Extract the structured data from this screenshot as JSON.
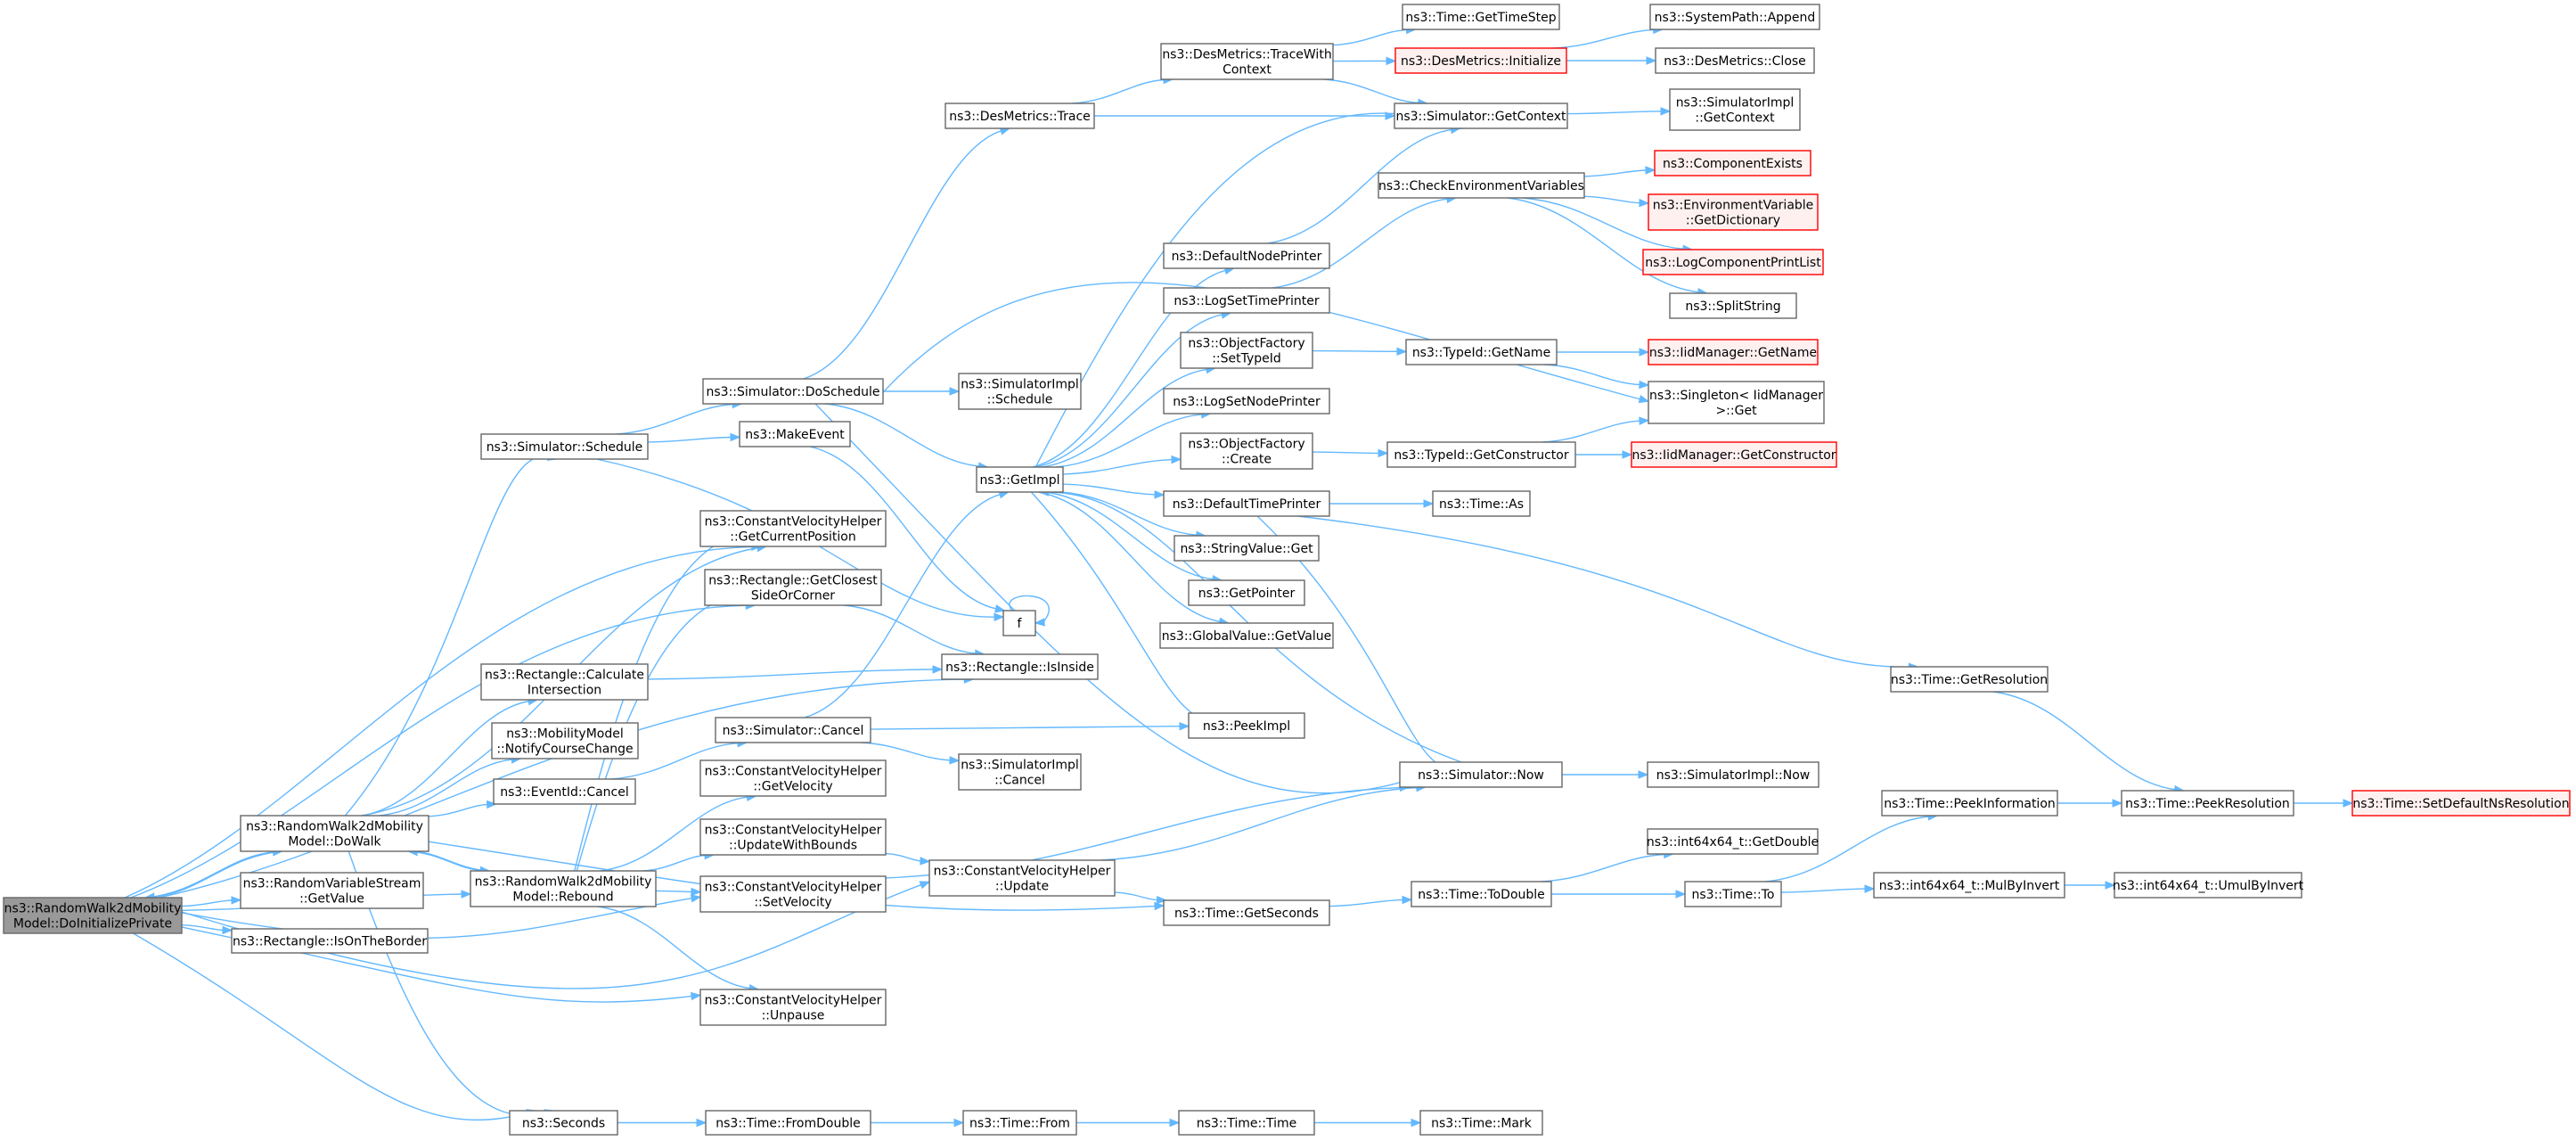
{
  "nodes": [
    {
      "id": "root",
      "lines": [
        "ns3::RandomWalk2dMobility",
        "Model::DoInitializePrivate"
      ],
      "style": "root"
    },
    {
      "id": "dowalk",
      "lines": [
        "ns3::RandomWalk2dMobility",
        "Model::DoWalk"
      ]
    },
    {
      "id": "rvs_getvalue",
      "lines": [
        "ns3::RandomVariableStream",
        "::GetValue"
      ]
    },
    {
      "id": "rect_isonborder",
      "lines": [
        "ns3::Rectangle::IsOnTheBorder"
      ]
    },
    {
      "id": "rebound",
      "lines": [
        "ns3::RandomWalk2dMobility",
        "Model::Rebound"
      ]
    },
    {
      "id": "sim_schedule",
      "lines": [
        "ns3::Simulator::Schedule"
      ]
    },
    {
      "id": "cvh_getcurpos",
      "lines": [
        "ns3::ConstantVelocityHelper",
        "::GetCurrentPosition"
      ]
    },
    {
      "id": "rect_getclosest",
      "lines": [
        "ns3::Rectangle::GetClosest",
        "SideOrCorner"
      ]
    },
    {
      "id": "rect_calcint",
      "lines": [
        "ns3::Rectangle::Calculate",
        "Intersection"
      ]
    },
    {
      "id": "mm_notify",
      "lines": [
        "ns3::MobilityModel",
        "::NotifyCourseChange"
      ]
    },
    {
      "id": "eventid_cancel",
      "lines": [
        "ns3::EventId::Cancel"
      ]
    },
    {
      "id": "cvh_getvel",
      "lines": [
        "ns3::ConstantVelocityHelper",
        "::GetVelocity"
      ]
    },
    {
      "id": "cvh_updbounds",
      "lines": [
        "ns3::ConstantVelocityHelper",
        "::UpdateWithBounds"
      ]
    },
    {
      "id": "cvh_setvel",
      "lines": [
        "ns3::ConstantVelocityHelper",
        "::SetVelocity"
      ]
    },
    {
      "id": "cvh_unpause",
      "lines": [
        "ns3::ConstantVelocityHelper",
        "::Unpause"
      ]
    },
    {
      "id": "seconds",
      "lines": [
        "ns3::Seconds"
      ]
    },
    {
      "id": "sim_doschedule",
      "lines": [
        "ns3::Simulator::DoSchedule"
      ]
    },
    {
      "id": "makeevent",
      "lines": [
        "ns3::MakeEvent"
      ]
    },
    {
      "id": "sim_cancel",
      "lines": [
        "ns3::Simulator::Cancel"
      ]
    },
    {
      "id": "rect_isinside",
      "lines": [
        "ns3::Rectangle::IsInside"
      ]
    },
    {
      "id": "f",
      "lines": [
        "f"
      ]
    },
    {
      "id": "desmetrics_trace",
      "lines": [
        "ns3::DesMetrics::Trace"
      ]
    },
    {
      "id": "simimpl_schedule",
      "lines": [
        "ns3::SimulatorImpl",
        "::Schedule"
      ]
    },
    {
      "id": "getimpl",
      "lines": [
        "ns3::GetImpl"
      ]
    },
    {
      "id": "simimpl_cancel",
      "lines": [
        "ns3::SimulatorImpl",
        "::Cancel"
      ]
    },
    {
      "id": "cvh_update",
      "lines": [
        "ns3::ConstantVelocityHelper",
        "::Update"
      ]
    },
    {
      "id": "time_fromdouble",
      "lines": [
        "ns3::Time::FromDouble"
      ]
    },
    {
      "id": "time_from",
      "lines": [
        "ns3::Time::From"
      ]
    },
    {
      "id": "desmetrics_tracectx",
      "lines": [
        "ns3::DesMetrics::TraceWith",
        "Context"
      ]
    },
    {
      "id": "defaultnodeprinter",
      "lines": [
        "ns3::DefaultNodePrinter"
      ]
    },
    {
      "id": "logsettimeprinter",
      "lines": [
        "ns3::LogSetTimePrinter"
      ]
    },
    {
      "id": "objfactory_settypeid",
      "lines": [
        "ns3::ObjectFactory",
        "::SetTypeId"
      ]
    },
    {
      "id": "logsetnodeprinter",
      "lines": [
        "ns3::LogSetNodePrinter"
      ]
    },
    {
      "id": "objfactory_create",
      "lines": [
        "ns3::ObjectFactory",
        "::Create"
      ]
    },
    {
      "id": "defaulttimeprinter",
      "lines": [
        "ns3::DefaultTimePrinter"
      ]
    },
    {
      "id": "stringvalue_get",
      "lines": [
        "ns3::StringValue::Get"
      ]
    },
    {
      "id": "getpointer",
      "lines": [
        "ns3::GetPointer"
      ]
    },
    {
      "id": "globalvalue_getvalue",
      "lines": [
        "ns3::GlobalValue::GetValue"
      ]
    },
    {
      "id": "peekimpl",
      "lines": [
        "ns3::PeekImpl"
      ]
    },
    {
      "id": "time_getseconds",
      "lines": [
        "ns3::Time::GetSeconds"
      ]
    },
    {
      "id": "time_time",
      "lines": [
        "ns3::Time::Time"
      ]
    },
    {
      "id": "time_getts",
      "lines": [
        "ns3::Time::GetTimeStep"
      ]
    },
    {
      "id": "desmetrics_init",
      "lines": [
        "ns3::DesMetrics::Initialize"
      ],
      "style": "red"
    },
    {
      "id": "sim_getcontext",
      "lines": [
        "ns3::Simulator::GetContext"
      ]
    },
    {
      "id": "checkenv",
      "lines": [
        "ns3::CheckEnvironmentVariables"
      ]
    },
    {
      "id": "typeid_getname",
      "lines": [
        "ns3::TypeId::GetName"
      ]
    },
    {
      "id": "typeid_getctor",
      "lines": [
        "ns3::TypeId::GetConstructor"
      ]
    },
    {
      "id": "time_as",
      "lines": [
        "ns3::Time::As"
      ]
    },
    {
      "id": "sim_now",
      "lines": [
        "ns3::Simulator::Now"
      ]
    },
    {
      "id": "time_todouble",
      "lines": [
        "ns3::Time::ToDouble"
      ]
    },
    {
      "id": "time_mark",
      "lines": [
        "ns3::Time::Mark"
      ]
    },
    {
      "id": "syspath_append",
      "lines": [
        "ns3::SystemPath::Append"
      ]
    },
    {
      "id": "desmetrics_close",
      "lines": [
        "ns3::DesMetrics::Close"
      ]
    },
    {
      "id": "simimpl_getctx",
      "lines": [
        "ns3::SimulatorImpl",
        "::GetContext"
      ]
    },
    {
      "id": "compexists",
      "lines": [
        "ns3::ComponentExists"
      ],
      "style": "red"
    },
    {
      "id": "envvar_getdict",
      "lines": [
        "ns3::EnvironmentVariable",
        "::GetDictionary"
      ],
      "style": "red"
    },
    {
      "id": "logcompprint",
      "lines": [
        "ns3::LogComponentPrintList"
      ],
      "style": "red"
    },
    {
      "id": "splitstring",
      "lines": [
        "ns3::SplitString"
      ]
    },
    {
      "id": "iidmgr_getname",
      "lines": [
        "ns3::IidManager::GetName"
      ],
      "style": "red"
    },
    {
      "id": "singleton_get",
      "lines": [
        "ns3::Singleton< IidManager",
        ">::Get"
      ]
    },
    {
      "id": "iidmgr_getctor",
      "lines": [
        "ns3::IidManager::GetConstructor"
      ],
      "style": "red"
    },
    {
      "id": "time_getres",
      "lines": [
        "ns3::Time::GetResolution"
      ]
    },
    {
      "id": "simimpl_now",
      "lines": [
        "ns3::SimulatorImpl::Now"
      ]
    },
    {
      "id": "int64_getdouble",
      "lines": [
        "ns3::int64x64_t::GetDouble"
      ]
    },
    {
      "id": "time_to",
      "lines": [
        "ns3::Time::To"
      ]
    },
    {
      "id": "time_peekinfo",
      "lines": [
        "ns3::Time::PeekInformation"
      ]
    },
    {
      "id": "time_peekres",
      "lines": [
        "ns3::Time::PeekResolution"
      ]
    },
    {
      "id": "int64_mulbyinvert",
      "lines": [
        "ns3::int64x64_t::MulByInvert"
      ]
    },
    {
      "id": "time_setdefaultns",
      "lines": [
        "ns3::Time::SetDefaultNsResolution"
      ],
      "style": "red"
    },
    {
      "id": "int64_umulbyinvert",
      "lines": [
        "ns3::int64x64_t::UmulByInvert"
      ]
    }
  ],
  "edges": [
    [
      "root",
      "dowalk"
    ],
    [
      "root",
      "rvs_getvalue"
    ],
    [
      "root",
      "rect_isonborder"
    ],
    [
      "root",
      "rebound"
    ],
    [
      "root",
      "cvh_getcurpos"
    ],
    [
      "root",
      "rect_getclosest"
    ],
    [
      "root",
      "rect_isinside"
    ],
    [
      "root",
      "cvh_setvel"
    ],
    [
      "root",
      "cvh_unpause"
    ],
    [
      "root",
      "seconds"
    ],
    [
      "root",
      "cvh_update"
    ],
    [
      "dowalk",
      "sim_schedule"
    ],
    [
      "dowalk",
      "cvh_getcurpos"
    ],
    [
      "dowalk",
      "rect_calcint"
    ],
    [
      "dowalk",
      "mm_notify"
    ],
    [
      "dowalk",
      "eventid_cancel"
    ],
    [
      "dowalk",
      "rebound"
    ],
    [
      "dowalk",
      "seconds"
    ],
    [
      "dowalk",
      "time_getseconds"
    ],
    [
      "dowalk",
      "root"
    ],
    [
      "rebound",
      "cvh_getcurpos"
    ],
    [
      "rebound",
      "rect_getclosest"
    ],
    [
      "rebound",
      "cvh_getvel"
    ],
    [
      "rebound",
      "cvh_updbounds"
    ],
    [
      "rebound",
      "cvh_setvel"
    ],
    [
      "rebound",
      "cvh_unpause"
    ],
    [
      "rebound",
      "dowalk"
    ],
    [
      "sim_schedule",
      "sim_doschedule"
    ],
    [
      "sim_schedule",
      "makeevent"
    ],
    [
      "sim_schedule",
      "f"
    ],
    [
      "rect_getclosest",
      "rect_isinside"
    ],
    [
      "rect_calcint",
      "rect_isinside"
    ],
    [
      "eventid_cancel",
      "sim_cancel"
    ],
    [
      "cvh_updbounds",
      "cvh_update"
    ],
    [
      "cvh_setvel",
      "sim_now"
    ],
    [
      "sim_doschedule",
      "desmetrics_trace"
    ],
    [
      "sim_doschedule",
      "simimpl_schedule"
    ],
    [
      "sim_doschedule",
      "getimpl"
    ],
    [
      "sim_doschedule",
      "singleton_get"
    ],
    [
      "sim_doschedule",
      "sim_now"
    ],
    [
      "makeevent",
      "f"
    ],
    [
      "f",
      "f"
    ],
    [
      "sim_cancel",
      "getimpl"
    ],
    [
      "sim_cancel",
      "simimpl_cancel"
    ],
    [
      "sim_cancel",
      "peekimpl"
    ],
    [
      "desmetrics_trace",
      "desmetrics_tracectx"
    ],
    [
      "desmetrics_trace",
      "sim_getcontext"
    ],
    [
      "desmetrics_tracectx",
      "time_getts"
    ],
    [
      "desmetrics_tracectx",
      "desmetrics_init"
    ],
    [
      "desmetrics_tracectx",
      "sim_getcontext"
    ],
    [
      "desmetrics_init",
      "syspath_append"
    ],
    [
      "desmetrics_init",
      "desmetrics_close"
    ],
    [
      "sim_getcontext",
      "simimpl_getctx"
    ],
    [
      "getimpl",
      "defaultnodeprinter"
    ],
    [
      "getimpl",
      "logsettimeprinter"
    ],
    [
      "getimpl",
      "objfactory_settypeid"
    ],
    [
      "getimpl",
      "logsetnodeprinter"
    ],
    [
      "getimpl",
      "objfactory_create"
    ],
    [
      "getimpl",
      "defaulttimeprinter"
    ],
    [
      "getimpl",
      "stringvalue_get"
    ],
    [
      "getimpl",
      "getpointer"
    ],
    [
      "getimpl",
      "globalvalue_getvalue"
    ],
    [
      "getimpl",
      "peekimpl"
    ],
    [
      "getimpl",
      "sim_getcontext"
    ],
    [
      "defaultnodeprinter",
      "sim_getcontext"
    ],
    [
      "logsettimeprinter",
      "checkenv"
    ],
    [
      "checkenv",
      "compexists"
    ],
    [
      "checkenv",
      "envvar_getdict"
    ],
    [
      "checkenv",
      "logcompprint"
    ],
    [
      "checkenv",
      "splitstring"
    ],
    [
      "objfactory_settypeid",
      "typeid_getname"
    ],
    [
      "typeid_getname",
      "iidmgr_getname"
    ],
    [
      "typeid_getname",
      "singleton_get"
    ],
    [
      "objfactory_create",
      "typeid_getctor"
    ],
    [
      "typeid_getctor",
      "iidmgr_getctor"
    ],
    [
      "typeid_getctor",
      "singleton_get"
    ],
    [
      "defaulttimeprinter",
      "time_as"
    ],
    [
      "defaulttimeprinter",
      "time_getres"
    ],
    [
      "defaulttimeprinter",
      "sim_now"
    ],
    [
      "sim_now",
      "getimpl"
    ],
    [
      "sim_now",
      "simimpl_now"
    ],
    [
      "cvh_update",
      "time_getseconds"
    ],
    [
      "cvh_update",
      "sim_now"
    ],
    [
      "time_getseconds",
      "time_todouble"
    ],
    [
      "time_todouble",
      "int64_getdouble"
    ],
    [
      "time_todouble",
      "time_to"
    ],
    [
      "time_to",
      "time_peekinfo"
    ],
    [
      "time_to",
      "int64_mulbyinvert"
    ],
    [
      "int64_mulbyinvert",
      "int64_umulbyinvert"
    ],
    [
      "time_peekinfo",
      "time_peekres"
    ],
    [
      "time_getres",
      "time_peekres"
    ],
    [
      "time_peekres",
      "time_setdefaultns"
    ],
    [
      "seconds",
      "time_fromdouble"
    ],
    [
      "time_fromdouble",
      "time_from"
    ],
    [
      "time_from",
      "time_time"
    ],
    [
      "time_time",
      "time_mark"
    ]
  ]
}
